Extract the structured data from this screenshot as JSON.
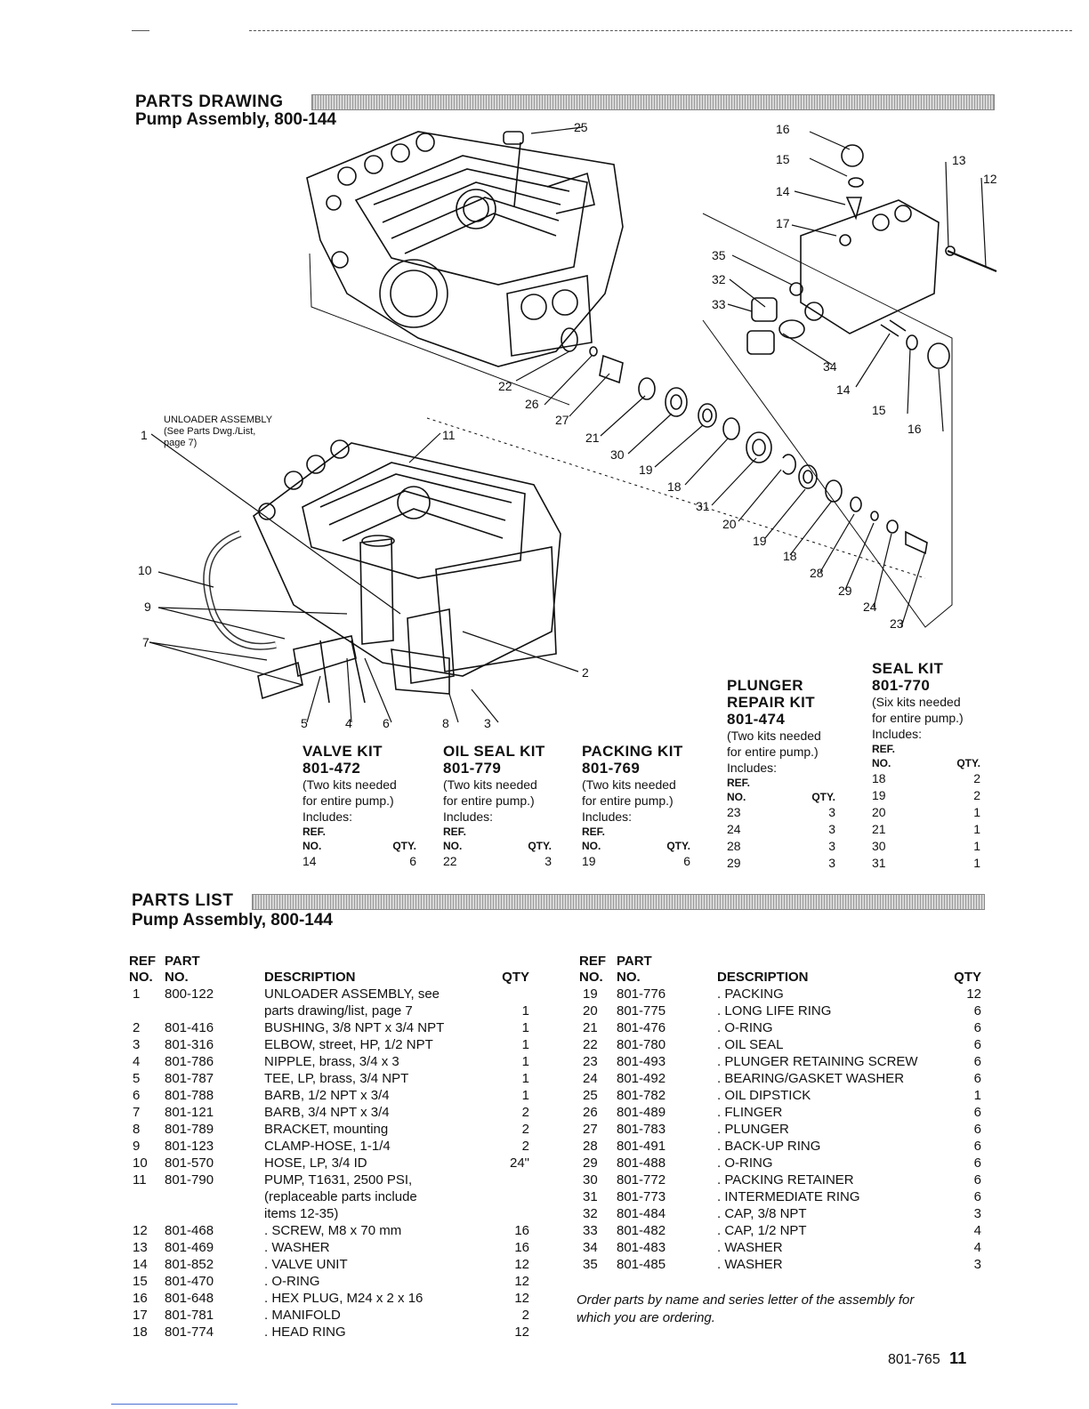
{
  "drawing": {
    "heading": "PARTS DRAWING",
    "subheading": "Pump Assembly, 800-144",
    "unloader_label": [
      "UNLOADER ASSEMBLY",
      "(See Parts Dwg./List,",
      "page 7)"
    ],
    "callouts": [
      {
        "n": "25"
      },
      {
        "n": "16"
      },
      {
        "n": "15"
      },
      {
        "n": "13"
      },
      {
        "n": "12"
      },
      {
        "n": "14"
      },
      {
        "n": "17"
      },
      {
        "n": "35"
      },
      {
        "n": "32"
      },
      {
        "n": "33"
      },
      {
        "n": "34"
      },
      {
        "n": "14"
      },
      {
        "n": "15"
      },
      {
        "n": "16"
      },
      {
        "n": "22"
      },
      {
        "n": "26"
      },
      {
        "n": "27"
      },
      {
        "n": "21"
      },
      {
        "n": "30"
      },
      {
        "n": "19"
      },
      {
        "n": "18"
      },
      {
        "n": "31"
      },
      {
        "n": "20"
      },
      {
        "n": "19"
      },
      {
        "n": "18"
      },
      {
        "n": "28"
      },
      {
        "n": "29"
      },
      {
        "n": "24"
      },
      {
        "n": "23"
      },
      {
        "n": "1"
      },
      {
        "n": "11"
      },
      {
        "n": "10"
      },
      {
        "n": "9"
      },
      {
        "n": "7"
      },
      {
        "n": "2"
      },
      {
        "n": "5"
      },
      {
        "n": "4"
      },
      {
        "n": "6"
      },
      {
        "n": "8"
      },
      {
        "n": "3"
      }
    ]
  },
  "kits": [
    {
      "title": [
        "VALVE KIT",
        "801-472"
      ],
      "note": [
        "(Two kits needed",
        "for entire pump.)",
        "Includes:"
      ],
      "rows": [
        [
          "14",
          "6"
        ]
      ]
    },
    {
      "title": [
        "OIL SEAL KIT",
        "801-779"
      ],
      "note": [
        "(Two kits needed",
        "for entire pump.)",
        "Includes:"
      ],
      "rows": [
        [
          "22",
          "3"
        ]
      ]
    },
    {
      "title": [
        "PACKING KIT",
        "801-769"
      ],
      "note": [
        "(Two kits needed",
        "for entire pump.)",
        "Includes:"
      ],
      "rows": [
        [
          "19",
          "6"
        ]
      ]
    },
    {
      "title": [
        "PLUNGER",
        "REPAIR KIT",
        "801-474"
      ],
      "note": [
        "(Two kits needed",
        "for entire pump.)",
        "Includes:"
      ],
      "rows": [
        [
          "23",
          "3"
        ],
        [
          "24",
          "3"
        ],
        [
          "28",
          "3"
        ],
        [
          "29",
          "3"
        ]
      ]
    },
    {
      "title": [
        "SEAL KIT",
        "801-770"
      ],
      "note": [
        "(Six kits needed",
        "for entire pump.)",
        "Includes:"
      ],
      "rows": [
        [
          "18",
          "2"
        ],
        [
          "19",
          "2"
        ],
        [
          "20",
          "1"
        ],
        [
          "21",
          "1"
        ],
        [
          "30",
          "1"
        ],
        [
          "31",
          "1"
        ]
      ]
    }
  ],
  "kit_headers": {
    "ref1": "REF.",
    "ref2": "NO.",
    "qty": "QTY."
  },
  "parts_list": {
    "heading": "PARTS LIST",
    "subheading": "Pump Assembly, 800-144",
    "columns": {
      "ref1": "REF",
      "ref2": "NO.",
      "part1": "PART",
      "part2": "NO.",
      "desc": "DESCRIPTION",
      "qty": "QTY"
    },
    "left": [
      [
        "1",
        "800-122",
        "UNLOADER ASSEMBLY, see",
        ""
      ],
      [
        "",
        "",
        "parts drawing/list, page 7",
        "1"
      ],
      [
        "2",
        "801-416",
        "BUSHING, 3/8 NPT x 3/4 NPT",
        "1"
      ],
      [
        "3",
        "801-316",
        "ELBOW, street, HP, 1/2 NPT",
        "1"
      ],
      [
        "4",
        "801-786",
        "NIPPLE, brass, 3/4 x 3",
        "1"
      ],
      [
        "5",
        "801-787",
        "TEE, LP, brass, 3/4 NPT",
        "1"
      ],
      [
        "6",
        "801-788",
        "BARB, 1/2 NPT x 3/4",
        "1"
      ],
      [
        "7",
        "801-121",
        "BARB, 3/4 NPT x 3/4",
        "2"
      ],
      [
        "8",
        "801-789",
        "BRACKET, mounting",
        "2"
      ],
      [
        "9",
        "801-123",
        "CLAMP-HOSE, 1-1/4",
        "2"
      ],
      [
        "10",
        "801-570",
        "HOSE, LP, 3/4 ID",
        "24\""
      ],
      [
        "11",
        "801-790",
        "PUMP, T1631, 2500 PSI,",
        ""
      ],
      [
        "",
        "",
        "(replaceable parts include",
        ""
      ],
      [
        "",
        "",
        "items 12-35)",
        ""
      ],
      [
        "12",
        "801-468",
        ". SCREW, M8 x 70 mm",
        "16"
      ],
      [
        "13",
        "801-469",
        ". WASHER",
        "16"
      ],
      [
        "14",
        "801-852",
        ". VALVE UNIT",
        "12"
      ],
      [
        "15",
        "801-470",
        ". O-RING",
        "12"
      ],
      [
        "16",
        "801-648",
        ". HEX PLUG, M24 x 2 x 16",
        "12"
      ],
      [
        "17",
        "801-781",
        ". MANIFOLD",
        "2"
      ],
      [
        "18",
        "801-774",
        ". HEAD RING",
        "12"
      ]
    ],
    "right": [
      [
        "19",
        "801-776",
        ". PACKING",
        "12"
      ],
      [
        "20",
        "801-775",
        ". LONG LIFE RING",
        "6"
      ],
      [
        "21",
        "801-476",
        ". O-RING",
        "6"
      ],
      [
        "22",
        "801-780",
        ". OIL SEAL",
        "6"
      ],
      [
        "23",
        "801-493",
        ". PLUNGER RETAINING SCREW",
        "6"
      ],
      [
        "24",
        "801-492",
        ". BEARING/GASKET WASHER",
        "6"
      ],
      [
        "25",
        "801-782",
        ". OIL DIPSTICK",
        "1"
      ],
      [
        "26",
        "801-489",
        ". FLINGER",
        "6"
      ],
      [
        "27",
        "801-783",
        ". PLUNGER",
        "6"
      ],
      [
        "28",
        "801-491",
        ". BACK-UP RING",
        "6"
      ],
      [
        "29",
        "801-488",
        ". O-RING",
        "6"
      ],
      [
        "30",
        "801-772",
        ". PACKING RETAINER",
        "6"
      ],
      [
        "31",
        "801-773",
        ". INTERMEDIATE RING",
        "6"
      ],
      [
        "32",
        "801-484",
        ". CAP, 3/8 NPT",
        "3"
      ],
      [
        "33",
        "801-482",
        ". CAP, 1/2 NPT",
        "4"
      ],
      [
        "34",
        "801-483",
        ". WASHER",
        "4"
      ],
      [
        "35",
        "801-485",
        ". WASHER",
        "3"
      ]
    ],
    "note": [
      "Order parts by name and series letter of the assembly for",
      "which you are ordering."
    ]
  },
  "footer": {
    "doc_no": "801-765",
    "page": "11"
  }
}
